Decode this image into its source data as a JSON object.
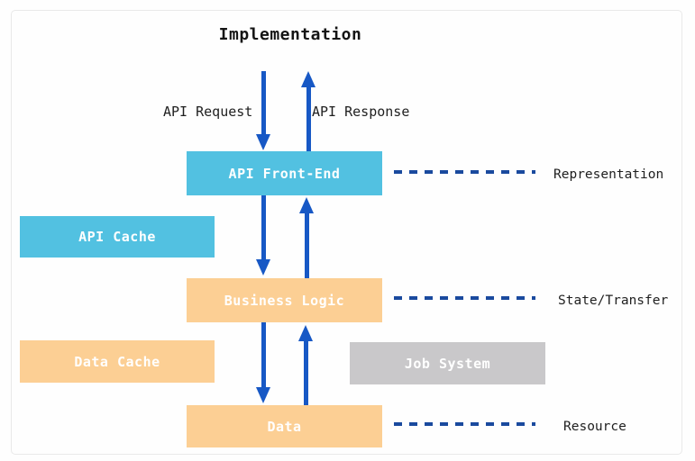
{
  "title": "Implementation",
  "flow": {
    "request_label": "API Request",
    "response_label": "API Response"
  },
  "boxes": {
    "api_front_end": {
      "label": "API Front-End"
    },
    "api_cache": {
      "label": "API Cache"
    },
    "business_logic": {
      "label": "Business Logic"
    },
    "data_cache": {
      "label": "Data Cache"
    },
    "job_system": {
      "label": "Job System"
    },
    "data": {
      "label": "Data"
    }
  },
  "layers": {
    "representation": "Representation",
    "state_transfer": "State/Transfer",
    "resource": "Resource"
  },
  "colors": {
    "box_blue": "#52c1e1",
    "box_orange": "#fccf94",
    "box_gray": "#c9c8ca",
    "arrow_blue": "#1758c5",
    "dash_navy": "#1a4a9e",
    "text_dark": "#1f1f1f",
    "box_text": "#ffffff",
    "frame_border": "#e9e9e9",
    "background": "#fefefe"
  }
}
